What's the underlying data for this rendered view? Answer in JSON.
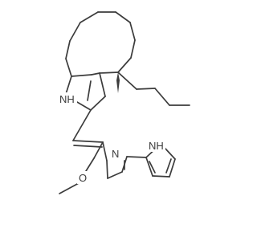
{
  "molecule": {
    "atoms": {
      "nh_pyrrole_fused": "NH",
      "imine_n": "N",
      "nh_pyrrole_terminal": "NH",
      "methoxy_o": "O"
    }
  }
}
